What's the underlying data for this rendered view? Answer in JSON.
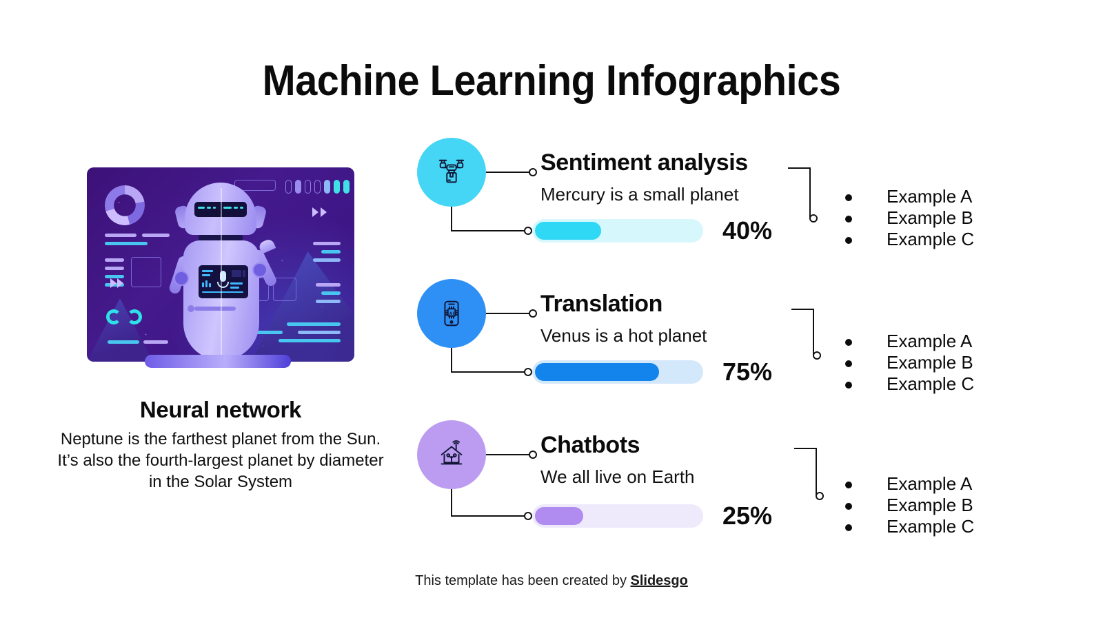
{
  "title": "Machine Learning Infographics",
  "illustration": {
    "alt_name": "ai-robot-dashboard-illustration",
    "caption_title": "Neural network",
    "caption_body": "Neptune is the farthest planet from the Sun. It’s also the fourth-largest planet by diameter in the Solar System"
  },
  "rows": [
    {
      "icon": "drone-delivery-icon",
      "title": "Sentiment analysis",
      "subtitle": "Mercury is a small planet",
      "percent_label": "40%",
      "percent_value": 40,
      "color": "#2FD8F4",
      "track_color": "#D6F7FC",
      "bullets": [
        "Example A",
        "Example B",
        "Example C"
      ]
    },
    {
      "icon": "smartphone-ai-chip-icon",
      "title": "Translation",
      "subtitle": "Venus is a hot planet",
      "percent_label": "75%",
      "percent_value": 75,
      "color": "#1284EB",
      "track_color": "#D4E8FB",
      "bullets": [
        "Example A",
        "Example B",
        "Example C"
      ]
    },
    {
      "icon": "smart-home-wifi-icon",
      "title": "Chatbots",
      "subtitle": "We all live on Earth",
      "percent_label": "25%",
      "percent_value": 25,
      "color": "#B18CF0",
      "track_color": "#EFE9FC",
      "bullets": [
        "Example A",
        "Example B",
        "Example C"
      ]
    }
  ],
  "circle_colors": [
    "#45D6F5",
    "#2E90F5",
    "#BB9CF0"
  ],
  "footer": {
    "text": "This template has been created by ",
    "brand": "Slidesgo"
  }
}
